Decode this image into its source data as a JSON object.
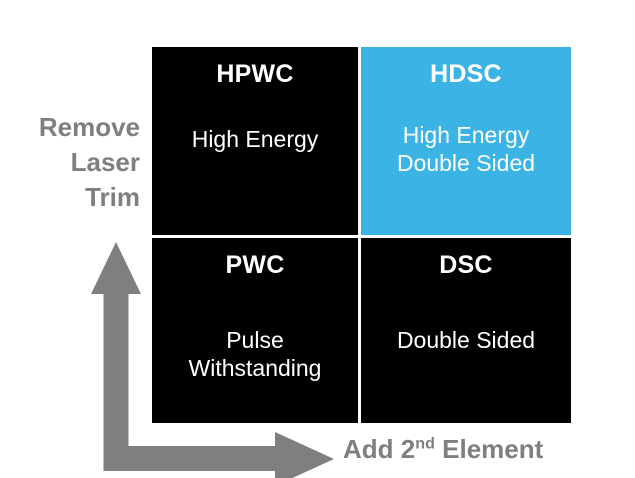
{
  "diagram": {
    "title_visible": false,
    "colors": {
      "cell_default": "#000000",
      "cell_highlight": "#3bb4e5",
      "cell_text": "#ffffff",
      "axis_grey": "#7f7f7f",
      "background": "#ffffff"
    },
    "axes": {
      "y": {
        "label_lines": [
          "Remove",
          "Laser",
          "Trim"
        ],
        "label_text": "Remove Laser Trim",
        "direction": "up",
        "arrow_icon": "arrow-up-icon"
      },
      "x": {
        "label_prefix": "Add 2",
        "label_superscript": "nd",
        "label_suffix": " Element",
        "label_text": "Add 2nd Element",
        "direction": "right",
        "arrow_icon": "arrow-right-icon"
      }
    },
    "quadrants": [
      {
        "key": "top_left",
        "title": "HPWC",
        "description_lines": [
          "High Energy"
        ],
        "highlighted": false,
        "fill": "#000000"
      },
      {
        "key": "top_right",
        "title": "HDSC",
        "description_lines": [
          "High Energy",
          "Double Sided"
        ],
        "highlighted": true,
        "fill": "#3bb4e5"
      },
      {
        "key": "bottom_left",
        "title": "PWC",
        "description_lines": [
          "Pulse",
          "Withstanding"
        ],
        "highlighted": false,
        "fill": "#000000"
      },
      {
        "key": "bottom_right",
        "title": "DSC",
        "description_lines": [
          "Double Sided"
        ],
        "highlighted": false,
        "fill": "#000000"
      }
    ]
  }
}
